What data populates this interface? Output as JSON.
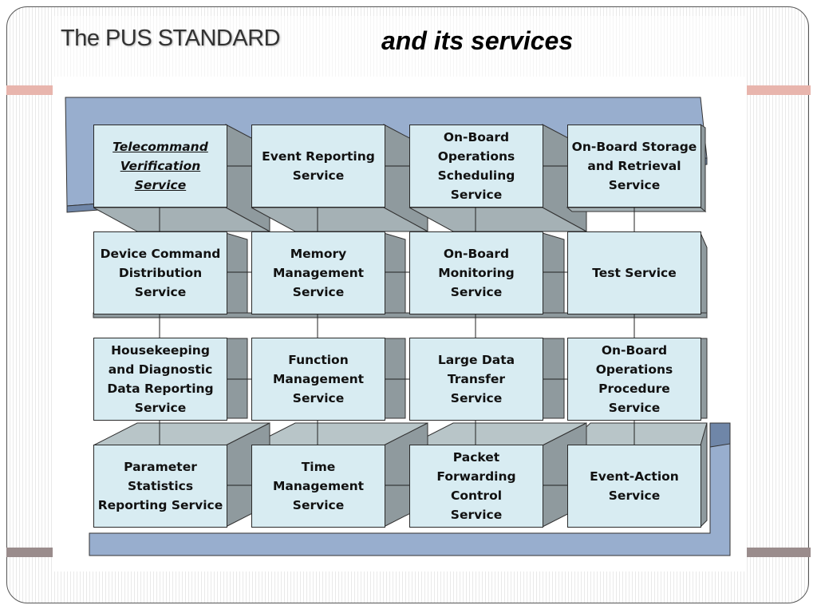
{
  "title": {
    "left": "The PUS STANDARD",
    "right": "and  its services"
  },
  "colors": {
    "box_fill": "#d8ecf2",
    "side_face": "#8f9a9e",
    "top_face": "#b8c5c8",
    "layer_blue": "#98aece",
    "accent_pink": "#e8b5ad",
    "accent_gray": "#9a8c8c"
  },
  "services": {
    "row1": [
      {
        "label": "Telecommand\nVerification\nService",
        "underlined": true
      },
      {
        "label": "Event Reporting\nService"
      },
      {
        "label": "On-Board\nOperations\nScheduling\nService"
      },
      {
        "label": "On-Board Storage\nand Retrieval\nService"
      }
    ],
    "row2": [
      {
        "label": "Device Command\nDistribution\nService"
      },
      {
        "label": "Memory\nManagement\nService"
      },
      {
        "label": "On-Board\nMonitoring\nService"
      },
      {
        "label": "Test Service"
      }
    ],
    "row3": [
      {
        "label": "Housekeeping\nand Diagnostic\nData Reporting\nService"
      },
      {
        "label": "Function\nManagement\nService"
      },
      {
        "label": "Large Data\nTransfer\nService"
      },
      {
        "label": "On-Board\nOperations\nProcedure\nService"
      }
    ],
    "row4": [
      {
        "label": "Parameter\nStatistics\nReporting Service"
      },
      {
        "label": "Time\nManagement\nService"
      },
      {
        "label": "Packet\nForwarding\nControl\nService"
      },
      {
        "label": "Event-Action\nService"
      }
    ]
  }
}
